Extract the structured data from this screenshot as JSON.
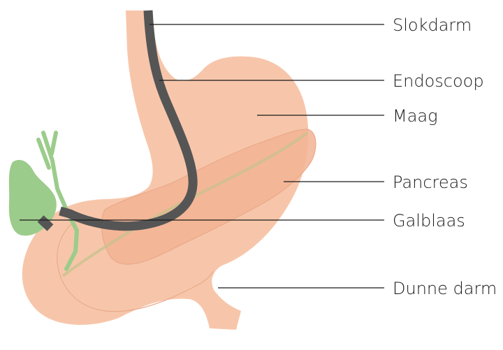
{
  "labels": {
    "esophagus": "Slokdarm",
    "endoscope": "Endoscoop",
    "stomach": "Maag",
    "pancreas": "Pancreas",
    "gallbladder": "Galblaas",
    "small_intestine": "Dunne darm"
  },
  "colors": {
    "organ": "#f7c6aa",
    "organ_edge": "#eaa98b",
    "pancreas": "#f2b394",
    "bile": "#9ccc8b",
    "endoscope": "#555555",
    "text": "#1a1a1a"
  }
}
